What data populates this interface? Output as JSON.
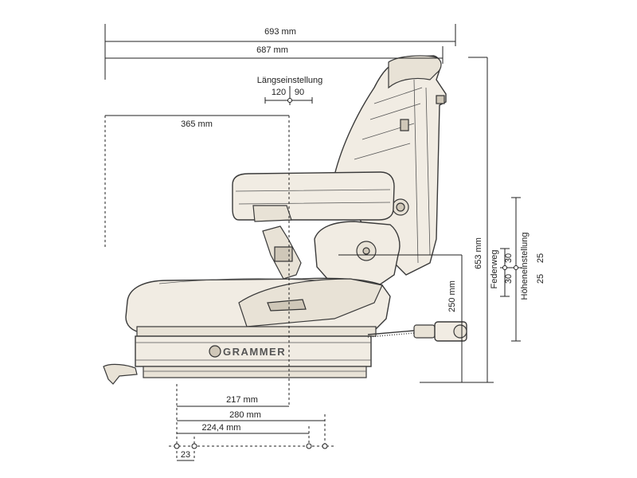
{
  "dimensions": {
    "width_total": "693 mm",
    "width_2": "687 mm",
    "fore_aft_label": "Längseinstellung",
    "fore_aft_back": "120",
    "fore_aft_fwd": "90",
    "seat_depth": "365 mm",
    "height_total": "653 mm",
    "seat_height": "250 mm",
    "suspension_label": "Federweg",
    "suspension_up": "30",
    "suspension_down": "30",
    "height_adj_label": "Höheneinstellung",
    "height_adj_up": "25",
    "height_adj_down": "25",
    "base_217": "217 mm",
    "base_280": "280 mm",
    "base_2244": "224,4 mm",
    "base_23": "23"
  },
  "brand": "GRAMMER"
}
